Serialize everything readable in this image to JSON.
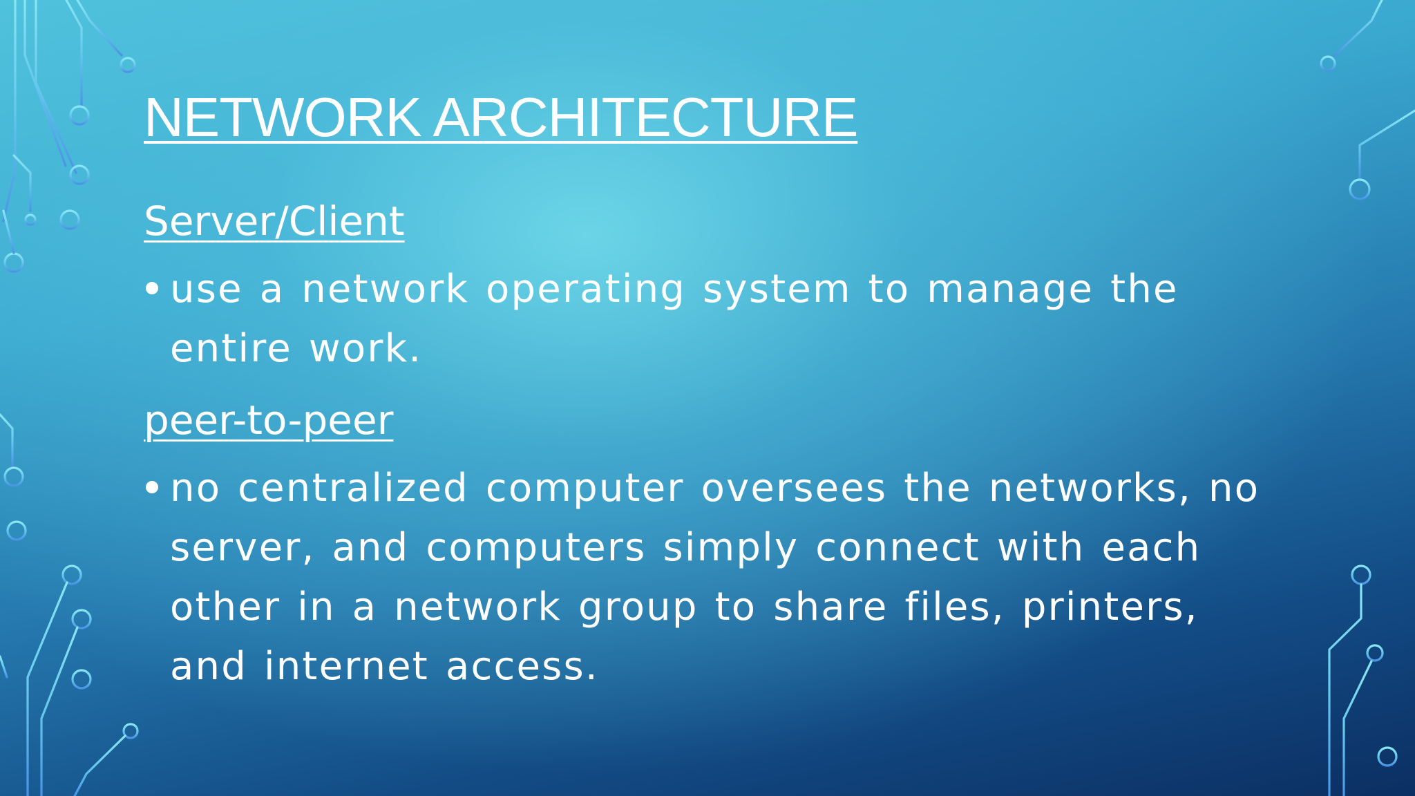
{
  "slide": {
    "title": "NETWORK ARCHITECTURE",
    "sections": [
      {
        "heading": "Server/Client",
        "bullet": "use a network operating system to manage the entire work."
      },
      {
        "heading": "peer-to-peer",
        "bullet": "no centralized computer oversees the networks, no server, and computers simply connect with each other in a network group to share files, printers, and internet access."
      }
    ]
  },
  "theme": {
    "text_color": "#ffffff",
    "circuit_color_top": "#7fe3f2",
    "circuit_color_bottom": "#4b9be6"
  }
}
